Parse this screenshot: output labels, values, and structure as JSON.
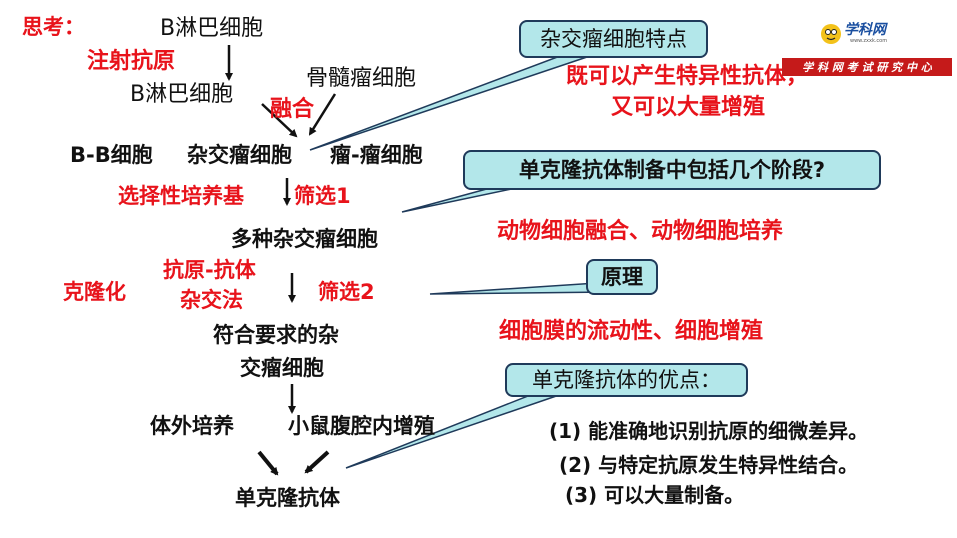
{
  "think_label": "思考：",
  "flow": {
    "b_lymph_top": "B淋巴细胞",
    "inject_antigen": "注射抗原",
    "b_lymph": "B淋巴细胞",
    "myeloma": "骨髓瘤细胞",
    "fusion": "融合",
    "bb_cell": "B-B细胞",
    "hybridoma": "杂交瘤细胞",
    "myeloma_myeloma": "瘤-瘤细胞",
    "selective_medium": "选择性培养基",
    "screen1": "筛选1",
    "multiple_hybridoma": "多种杂交瘤细胞",
    "antigen_antibody_line1": "抗原-抗体",
    "antigen_antibody_line2": "杂交法",
    "cloning": "克隆化",
    "screen2": "筛选2",
    "qualified_line1": "符合要求的杂",
    "qualified_line2": "交瘤细胞",
    "in_vitro": "体外培养",
    "in_vivo": "小鼠腹腔内增殖",
    "monoclonal": "单克隆抗体"
  },
  "callouts": {
    "features_q": "杂交瘤细胞特点",
    "stages_q": "单克隆抗体制备中包括几个阶段?",
    "principle_q": "原理",
    "advantages_q": "单克隆抗体的优点："
  },
  "answers": {
    "features_line1": "既可以产生特异性抗体，",
    "features_line2": "又可以大量增殖",
    "stages": "动物细胞融合、动物细胞培养",
    "principle": "细胞膜的流动性、细胞增殖",
    "adv1": "(1) 能准确地识别抗原的细微差异。",
    "adv2": "(2) 与特定抗原发生特异性结合。",
    "adv3": "(3) 可以大量制备。"
  },
  "logo": {
    "name": "学科网",
    "url": "www.zxxk.com",
    "banner": "学 科 网 考 试 研 究 中 心"
  },
  "colors": {
    "red": "#e8131b",
    "callout_fill": "#b3e7ea",
    "callout_border": "#1f3a5a"
  }
}
